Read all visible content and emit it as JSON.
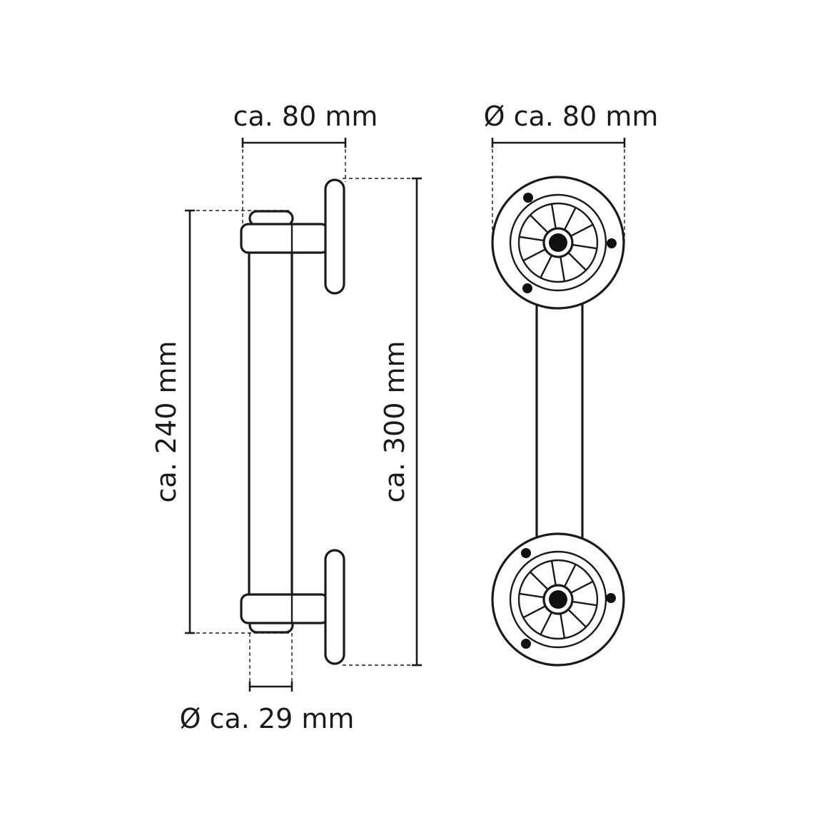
{
  "dimensions": {
    "top_side_width": "ca. 80 mm",
    "top_front_diameter": "Ø ca. 80 mm",
    "left_length": "ca. 240 mm",
    "right_length": "ca. 300 mm",
    "bottom_diameter": "Ø ca. 29 mm"
  },
  "colors": {
    "line": "#1a1a1a",
    "background": "#ffffff"
  }
}
